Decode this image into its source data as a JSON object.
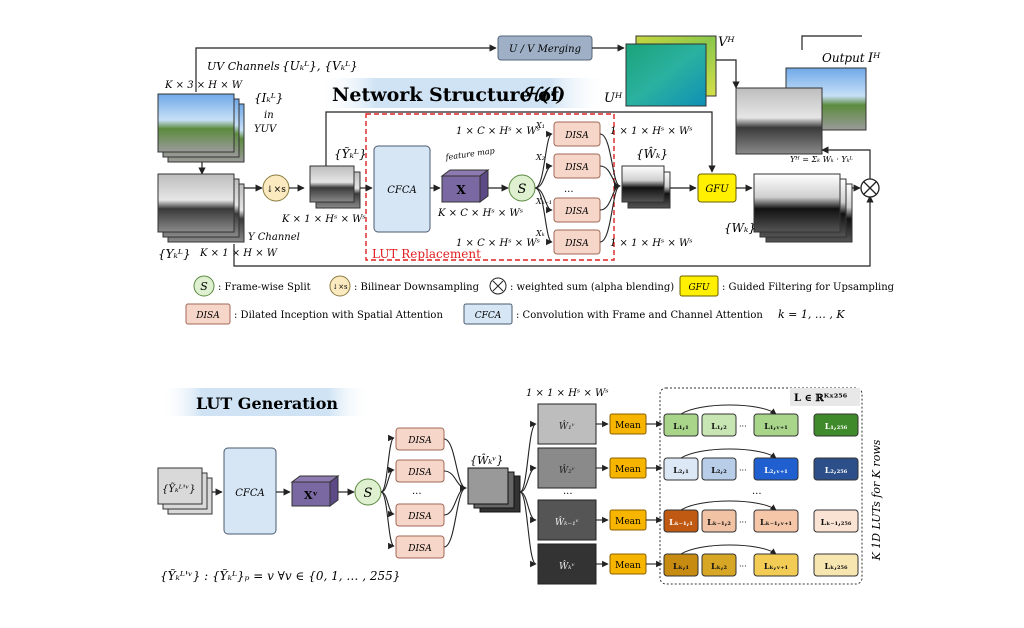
{
  "top": {
    "title_prefix": "Network Structure of",
    "title_symbol": "ℋ(·)",
    "uv_channels_label": "UV Channels",
    "uv_channels_math": "{Uₖᴸ}, {Vₖᴸ}",
    "uv_merging_label": "U / V Merging",
    "vh_label": "Vᴴ",
    "uh_label": "Uᴴ",
    "output_label": "Output",
    "output_math": "Iᴴ",
    "input_dims": "K × 3 × H × W",
    "input_set": "{Iₖᴸ}",
    "input_in": "in",
    "input_space": "YUV",
    "y_channel_label": "Y Channel",
    "y_dims": "K × 1 × H × W",
    "y_set": "{Yₖᴸ}",
    "down_symbol": "↓×s",
    "ytilde_set": "{Ỹₖᴸ}",
    "ytilde_dims": "K × 1 × Hˢ × Wˢ",
    "cfca_label": "CFCA",
    "x_label": "X",
    "feature_map_note": "feature map",
    "x_dims": "K × C × Hˢ × Wˢ",
    "split_symbol": "S",
    "disa_label": "DISA",
    "disa_in_dims_top": "1 × C × Hˢ × Wˢ",
    "disa_in_dims_bottom": "1 × C × Hˢ × Wˢ",
    "disa_out_dims_top": "1 × 1 × Hˢ × Wˢ",
    "disa_out_dims_bottom": "1 × 1 × Hˢ × Wˢ",
    "x_inputs": [
      "X₁",
      "X₂",
      "Xₖ₋₁",
      "Xₖ"
    ],
    "ellipsis": "...",
    "what_set": "{Ŵₖ}",
    "gfu_label": "GFU",
    "w_set": "{Wₖ}",
    "yh_formula": "Yᴴ = Σₖ Wₖ · Yₖᴸ",
    "lut_replacement_label": "LUT Replacement"
  },
  "legend": {
    "split_symbol": "S",
    "split_text": ": Frame-wise Split",
    "down_symbol": "↓×s",
    "down_text": ": Bilinear Downsampling",
    "blend_text": ": weighted sum (alpha blending)",
    "gfu_symbol": "GFU",
    "gfu_text": ": Guided Filtering for Upsampling",
    "disa_symbol": "DISA",
    "disa_text": ": Dilated Inception with Spatial Attention",
    "cfca_symbol": "CFCA",
    "cfca_text": ": Convolution with Frame and Channel Attention",
    "k_range": "k = 1, … , K"
  },
  "bottom": {
    "title": "LUT Generation",
    "input_set": "{Ỹₖᴸ'ᵛ}",
    "cfca_label": "CFCA",
    "xv_label": "Xᵛ",
    "split_symbol": "S",
    "disa_label": "DISA",
    "wv_set": "{Ŵₖᵛ}",
    "dims": "1 × 1 × Hˢ × Wˢ",
    "w_labels": [
      "Ŵ₁ᵛ",
      "Ŵ₂ᵛ",
      "Ŵₖ₋₁ᵛ",
      "Ŵₖᵛ"
    ],
    "mean_label": "Mean",
    "lut_header": "L ∈ ℝᴷˣ²⁵⁶",
    "lut_rows": [
      [
        "L₁,₁",
        "L₁,₂",
        "L₁,ᵥ₊₁",
        "L₁,₂₅₆"
      ],
      [
        "L₂,₁",
        "L₂,₂",
        "L₂,ᵥ₊₁",
        "L₂,₂₅₆"
      ],
      [
        "Lₖ₋₁,₁",
        "Lₖ₋₁,₂",
        "Lₖ₋₁,ᵥ₊₁",
        "Lₖ₋₁,₂₅₆"
      ],
      [
        "Lₖ,₁",
        "Lₖ,₂",
        "Lₖ,ᵥ₊₁",
        "Lₖ,₂₅₆"
      ]
    ],
    "side_label": "K 1D LUTs for K rows",
    "ellipsis": "...",
    "definition": "{Ỹₖᴸ'ᵛ} : {Ỹₖᴸ}ₚ = v   ∀v ∈ {0, 1, … , 255}"
  },
  "colors": {
    "disa_fill": "#f6d6c8",
    "cfca_fill": "#d6e6f5",
    "gfu_fill": "#ffef00",
    "split_fill": "#dff0d0",
    "down_fill": "#fbeac0",
    "mean_fill": "#f7b500",
    "lut_red": "#e02020",
    "row1": [
      "#a8d58a",
      "#c8e6b4",
      "#a8d58a",
      "#3f8a2a"
    ],
    "row2": [
      "#dde8f6",
      "#b7cde8",
      "#1f5fd0",
      "#2c4f8a"
    ],
    "row3": [
      "#c05a12",
      "#f2c2a4",
      "#f5c6a8",
      "#fbe3d4"
    ],
    "row4": [
      "#c88b12",
      "#d8a625",
      "#f3cc55",
      "#f8e6b0"
    ]
  }
}
